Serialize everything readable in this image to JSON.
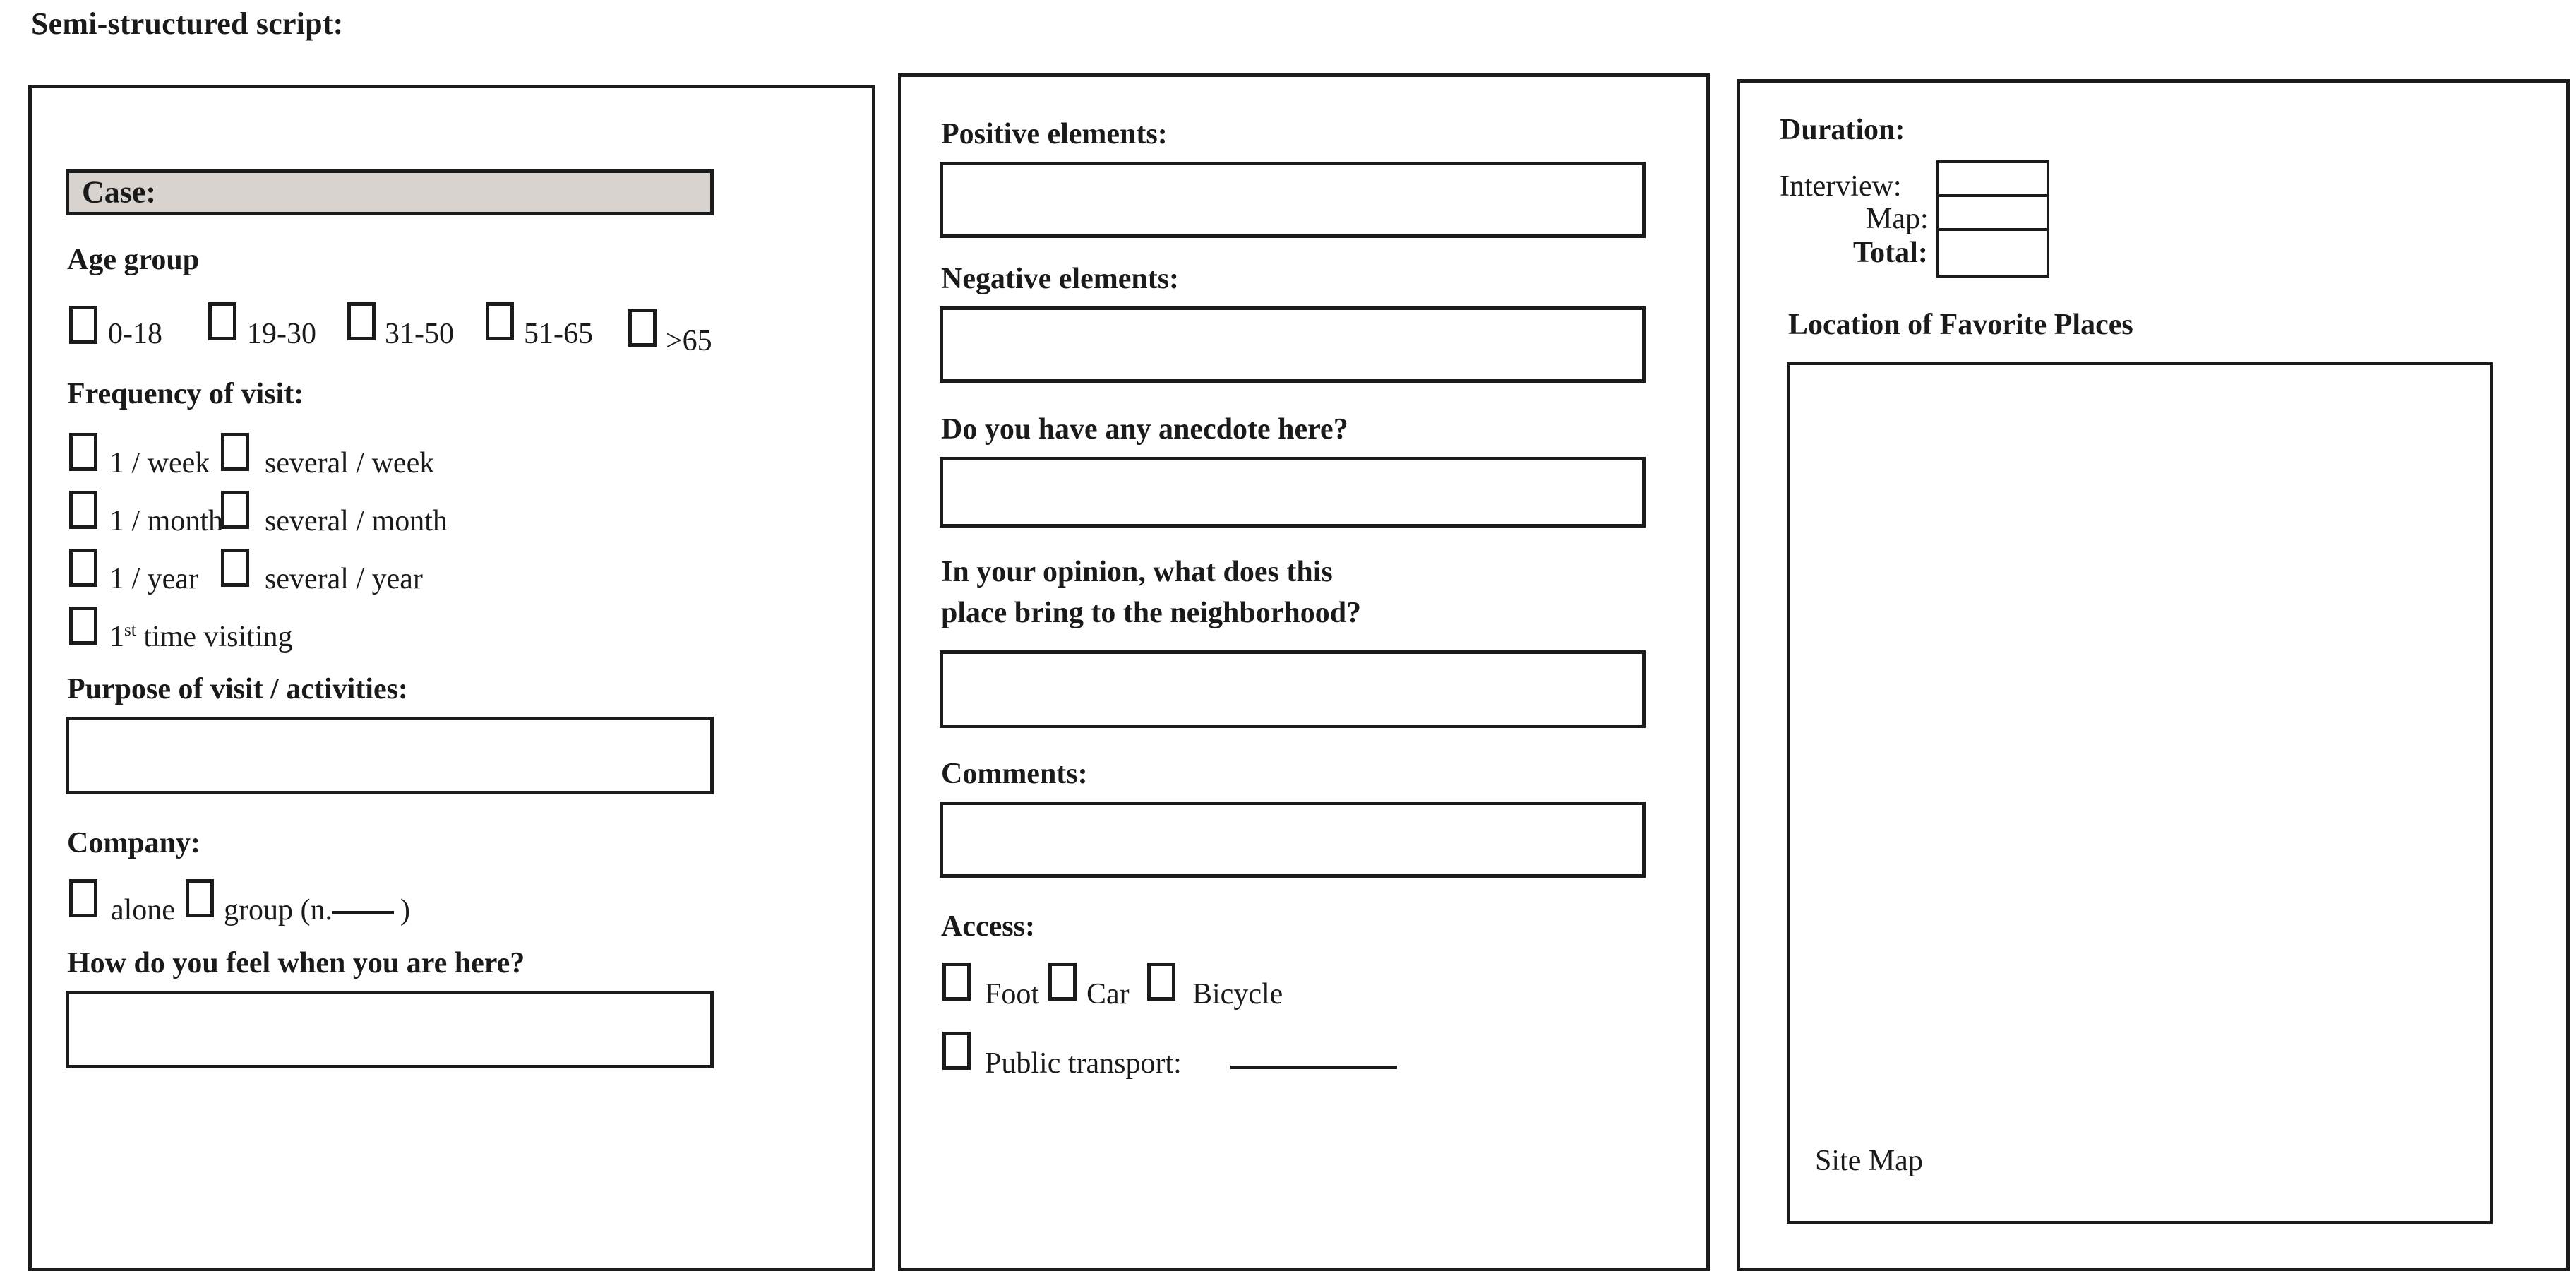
{
  "document": {
    "title": "Semi-structured script:"
  },
  "colors": {
    "ink": "#1b1b1b",
    "case_bar_fill": "#d9d3d0",
    "paper": "#ffffff"
  },
  "panel_left": {
    "case": {
      "label": "Case:",
      "value": ""
    },
    "age_group": {
      "heading": "Age group",
      "options": [
        "0-18",
        "19-30",
        "31-50",
        "51-65",
        ">65"
      ]
    },
    "frequency": {
      "heading": "Frequency of visit:",
      "options_col1": [
        "1 / week",
        "1 / month",
        "1 / year"
      ],
      "options_col2": [
        "several / week",
        "several / month",
        "several / year"
      ],
      "option_first_time_prefix": "1",
      "option_first_time_sup": "st",
      "option_first_time_suffix": " time visiting"
    },
    "purpose": {
      "heading": "Purpose of visit / activities:",
      "value": ""
    },
    "company": {
      "heading": "Company:",
      "option_alone": "alone",
      "option_group_prefix": "group  (n.",
      "option_group_suffix": ")"
    },
    "feeling": {
      "heading": "How do you feel when you are here?",
      "value": ""
    }
  },
  "panel_middle": {
    "positive": {
      "heading": "Positive elements:",
      "value": ""
    },
    "negative": {
      "heading": "Negative elements:",
      "value": ""
    },
    "anecdote": {
      "heading": "Do you have any anecdote here?",
      "value": ""
    },
    "opinion": {
      "heading_line1": "In your opinion, what does this",
      "heading_line2": "place bring to the neighborhood?",
      "value": ""
    },
    "comments": {
      "heading": "Comments:",
      "value": ""
    },
    "access": {
      "heading": "Access:",
      "options": [
        "Foot",
        "Car",
        "Bicycle"
      ],
      "public_transport_label": "Public transport:",
      "public_transport_value": ""
    }
  },
  "panel_right": {
    "duration": {
      "heading": "Duration:",
      "rows": [
        {
          "label": "Interview:",
          "value": "",
          "bold": false
        },
        {
          "label": "Map:",
          "value": "",
          "bold": false
        },
        {
          "label": "Total:",
          "value": "",
          "bold": true
        }
      ]
    },
    "favorite_places": {
      "heading": "Location of Favorite Places",
      "canvas_caption": "Site Map"
    }
  }
}
